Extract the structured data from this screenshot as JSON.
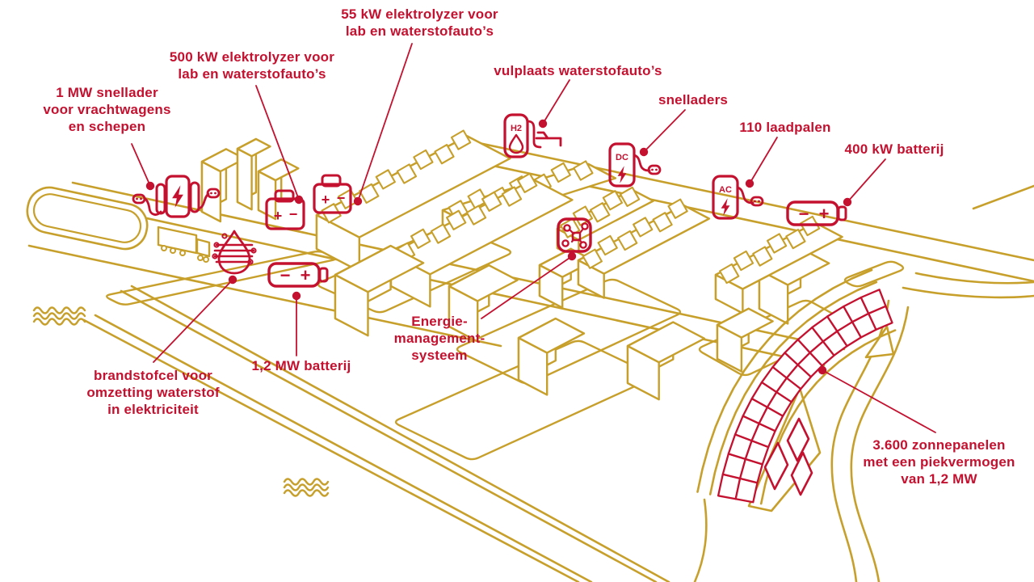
{
  "diagram": {
    "title_implicit": "Campus energie-infrastructuur overzicht",
    "colors": {
      "background": "#FFFFFF",
      "line_gold": "#C79F2B",
      "accent_red": "#C4112F"
    },
    "labels": {
      "fast_charger_1mw": "1 MW snellader\nvoor vrachtwagens\nen schepen",
      "electrolyzer_500kw": "500 kW elektrolyzer voor\nlab en waterstofauto’s",
      "electrolyzer_55kw": "55 kW elektrolyzer voor\nlab en waterstofauto’s",
      "hydrogen_filling_station": "vulplaats waterstofauto’s",
      "fast_chargers": "snelladers",
      "charging_points": "110 laadpalen",
      "battery_400kw": "400 kW batterij",
      "energy_management": "Energie-\nmanagement-\nsysteem",
      "battery_12mw": "1,2 MW batterij",
      "fuel_cell": "brandstofcel voor\nomzetting waterstof\nin elektriciteit",
      "solar_panels": "3.600 zonnepanelen\nmet een piekvermogen\nvan 1,2 MW"
    },
    "icon_text": {
      "h2": "H2",
      "dc": "DC",
      "ac": "AC",
      "plus": "+",
      "minus": "−"
    }
  }
}
